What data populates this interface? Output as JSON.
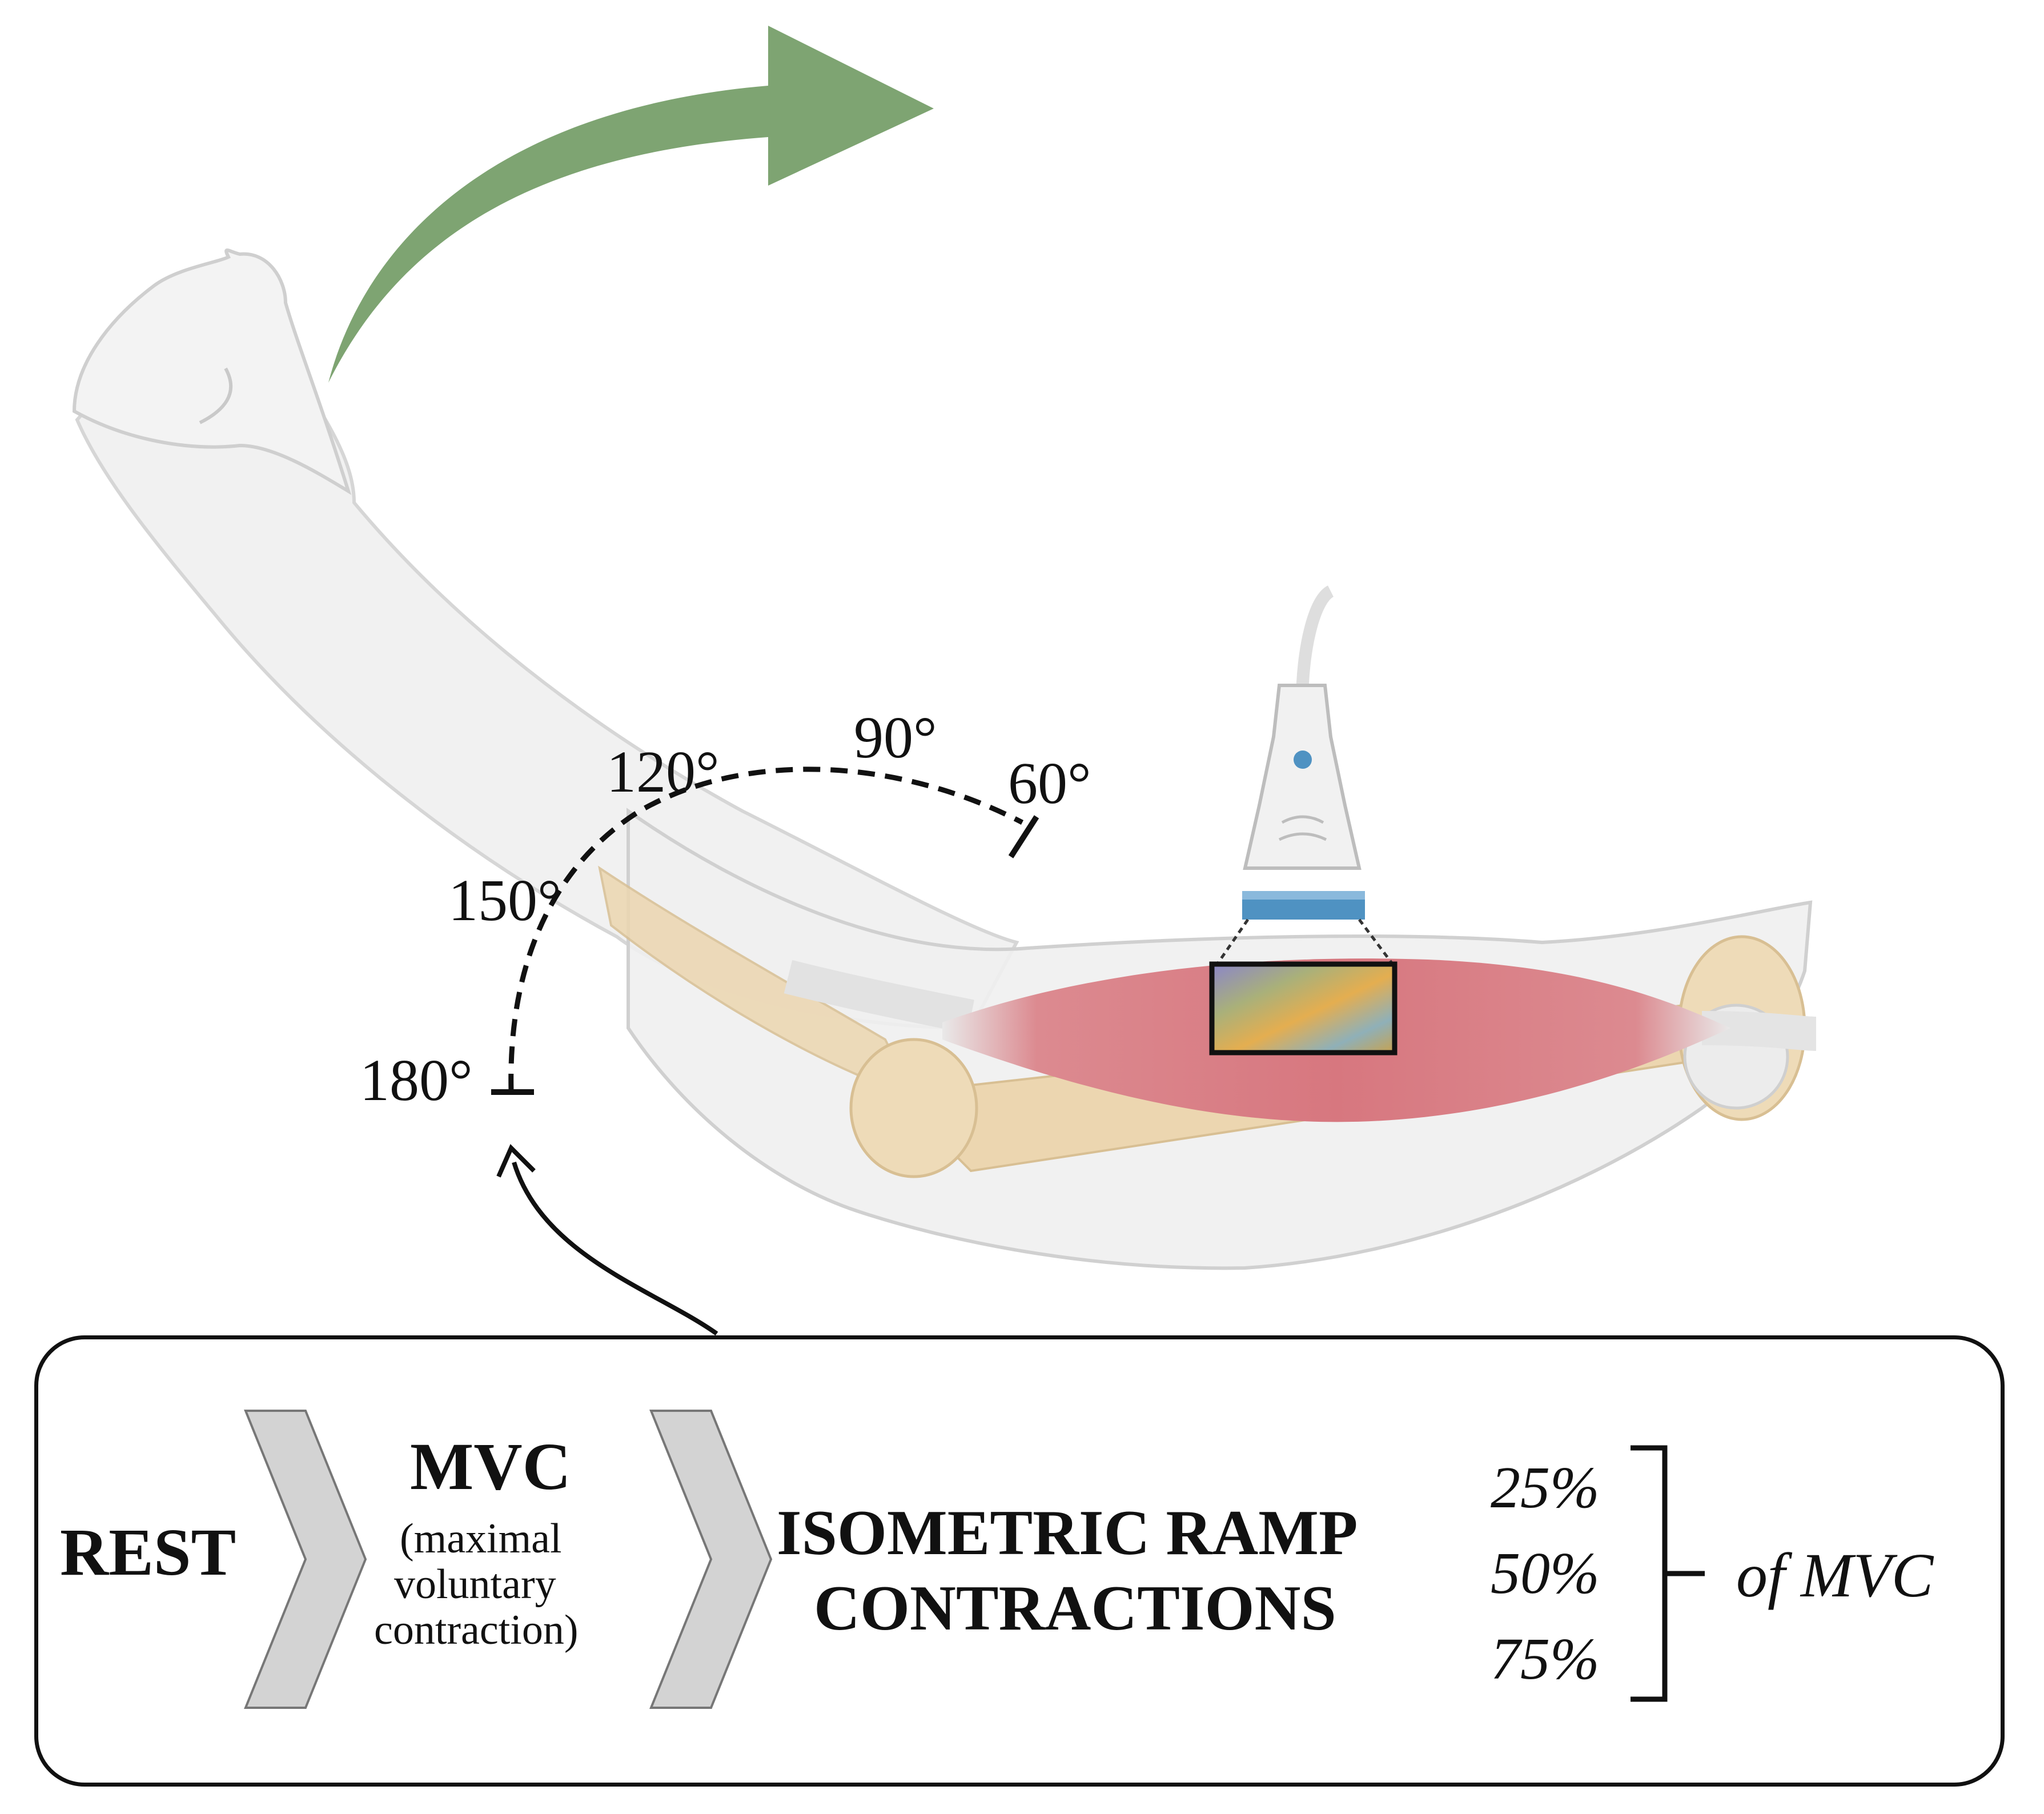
{
  "angles": {
    "a180": "180°",
    "a150": "150°",
    "a120": "120°",
    "a90": "90°",
    "a60": "60°"
  },
  "protocol": {
    "step1": "REST",
    "step2_title": "MVC",
    "step2_line1": "(maximal",
    "step2_line2": "voluntary",
    "step2_line3": "contraction)",
    "step3_line1": "ISOMETRIC RAMP",
    "step3_line2": "CONTRACTIONS",
    "levels": [
      "25%",
      "50%",
      "75%"
    ],
    "suffix": "of MVC"
  },
  "colors": {
    "flexion_arrow": "#7ea472",
    "muscle": "#d98088",
    "bone": "#ecd6b0",
    "skin": "#f0f0f0",
    "probe_band": "#4f92c2",
    "chevron": "#d3d3d3"
  },
  "icons": {
    "flexion_arrow": "curved-arrow-icon",
    "probe": "ultrasound-probe-icon",
    "chevrons": "chevron-right-icon"
  }
}
